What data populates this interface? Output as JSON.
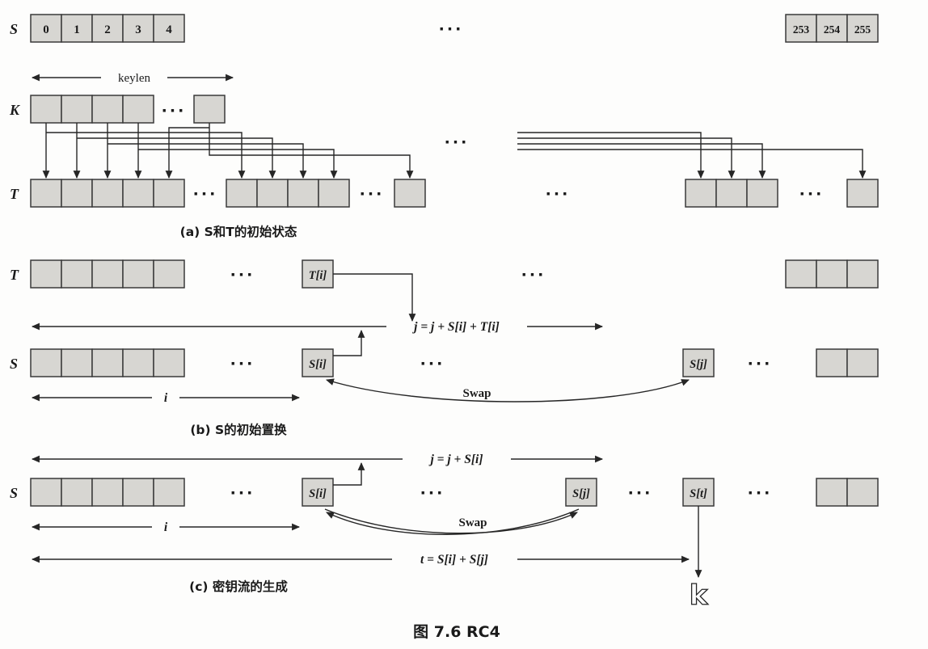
{
  "colors": {
    "cell-fill": "#d7d6d2",
    "cell-stroke": "#3a3a3a",
    "line": "#262626",
    "bg": "#fdfdfc",
    "text": "#1a1a1a"
  },
  "rows": {
    "s": "S",
    "k": "K",
    "t": "T"
  },
  "cells": {
    "s_left": [
      "0",
      "1",
      "2",
      "3",
      "4"
    ],
    "s_right": [
      "253",
      "254",
      "255"
    ]
  },
  "labels": {
    "keylen": "keylen",
    "dots": "···",
    "i": "i",
    "swap": "Swap",
    "t_i": "T[i]",
    "s_i": "S[i]",
    "s_j": "S[j]",
    "s_t": "S[t]",
    "k_out": "k"
  },
  "formulas": {
    "j_init": "j = j + S[i] + T[i]",
    "j_gen": "j = j + S[i]",
    "t_gen": "t = S[i] + S[j]"
  },
  "captions": {
    "a": "(a) S和T的初始状态",
    "b": "(b) S的初始置换",
    "c": "(c) 密钥流的生成"
  },
  "title": "图 7.6  RC4"
}
